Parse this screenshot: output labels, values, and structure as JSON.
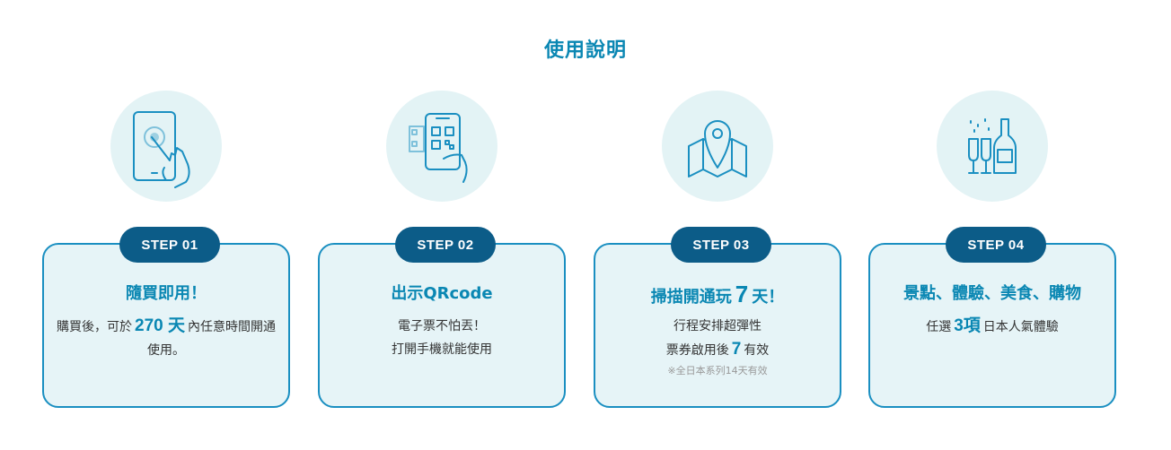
{
  "page": {
    "title": "使用說明"
  },
  "colors": {
    "accent": "#0a87b3",
    "pill": "#0c5c88",
    "card_bg": "#e6f4f7",
    "circle_bg": "#e3f3f5"
  },
  "steps": [
    {
      "label": "STEP 01",
      "icon": "hand-tap-phone-icon",
      "title": "隨買即用！",
      "body_prefix": "購買後，可於",
      "body_highlight": "270 天",
      "body_suffix": "內任意時間開通使用。"
    },
    {
      "label": "STEP 02",
      "icon": "qr-code-phone-icon",
      "title": "出示QRcode",
      "line1": "電子票不怕丟！",
      "line2": "打開手機就能使用"
    },
    {
      "label": "STEP 03",
      "icon": "map-pin-icon",
      "title_prefix": "掃描開通玩",
      "title_number": "7",
      "title_suffix": "天！",
      "line1": "行程安排超彈性",
      "line2_prefix": "票券啟用後",
      "line2_number": "7",
      "line2_suffix": "有效",
      "note": "※全日本系列14天有效"
    },
    {
      "label": "STEP 04",
      "icon": "champagne-bottle-icon",
      "title": "景點、體驗、美食、購物",
      "body_prefix": "任選",
      "body_highlight": "3項",
      "body_suffix": "日本人氣體驗"
    }
  ]
}
